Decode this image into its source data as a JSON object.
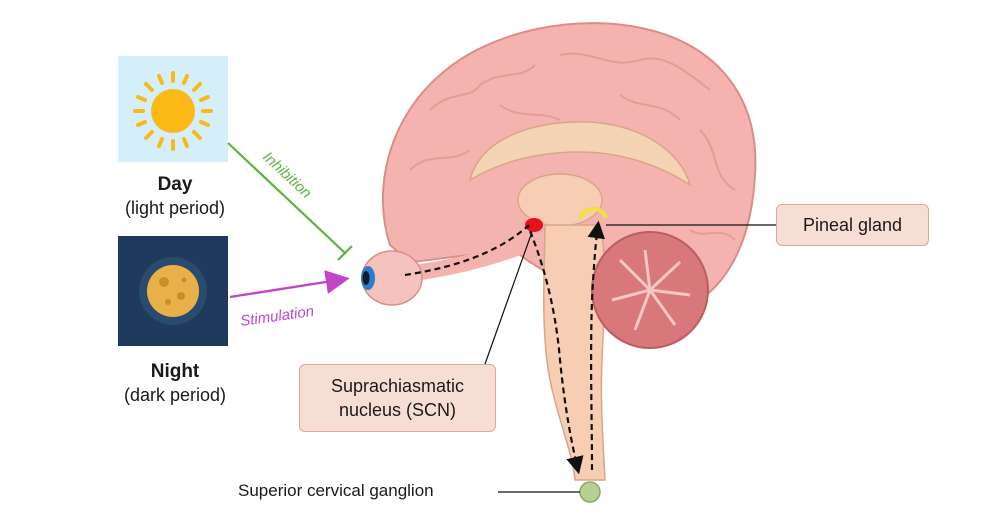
{
  "day": {
    "title": "Day",
    "subtitle": "(light period)"
  },
  "night": {
    "title": "Night",
    "subtitle": "(dark period)"
  },
  "arrows": {
    "inhibition": "Inhibition",
    "stimulation": "Stimulation"
  },
  "labels": {
    "pineal": "Pineal gland",
    "scn_line1": "Suprachiasmatic",
    "scn_line2": "nucleus (SCN)",
    "ganglion": "Superior cervical ganglion"
  },
  "colors": {
    "sky": "#d4effa",
    "sun": "#fbb917",
    "night_bg": "#1f3a5c",
    "moon": "#e9b04a",
    "inhibition": "#5bb53c",
    "stimulation": "#c046c7",
    "brain": "#f4b3ae",
    "scn": "#e5121a",
    "ganglion": "#b6cf93"
  }
}
